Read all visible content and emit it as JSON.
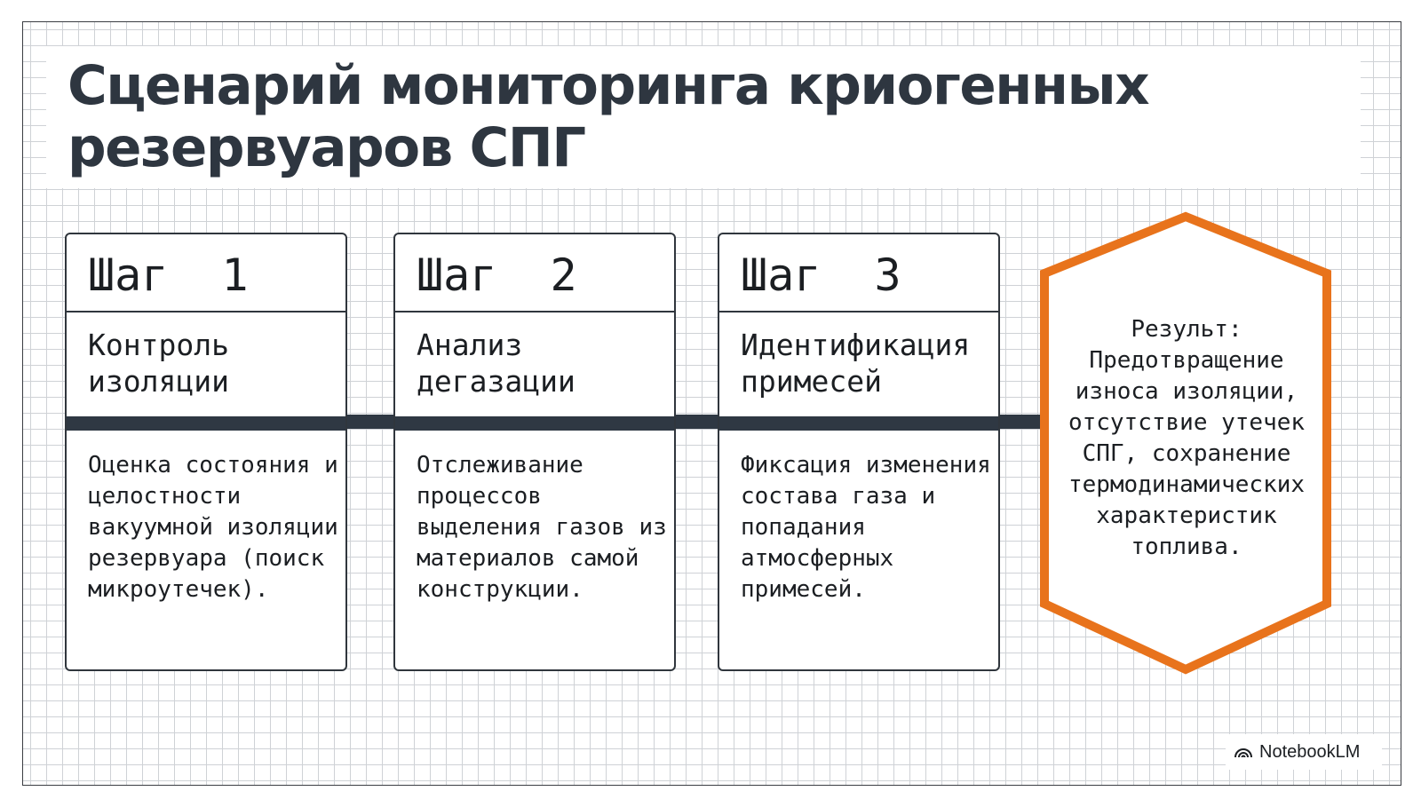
{
  "title": "Сценарий мониторинга криогенных резервуаров СПГ",
  "steps": [
    {
      "label": "Шаг  1",
      "name": "Контроль изоляции",
      "description": "Оценка состояния и целостности вакуумной изоляции резервуара (поиск микроутечек)."
    },
    {
      "label": "Шаг  2",
      "name": "Анализ дегазации",
      "description": "Отслеживание процессов выделения газов из материалов самой конструкции."
    },
    {
      "label": "Шаг  3",
      "name": "Идентификация примесей",
      "description": "Фиксация изменения состава газа и попадания атмосферных примесей."
    }
  ],
  "result": {
    "text": "Результ: Предотвращение износа изоляции, отсутствие утечек СПГ, сохранение термодинамических характеристик топлива."
  },
  "colors": {
    "accent": "#e8731c",
    "dark": "#2f3843",
    "grid": "#cfd2d6"
  },
  "branding": {
    "label": "NotebookLM",
    "icon": "notebooklm-logo-icon"
  }
}
